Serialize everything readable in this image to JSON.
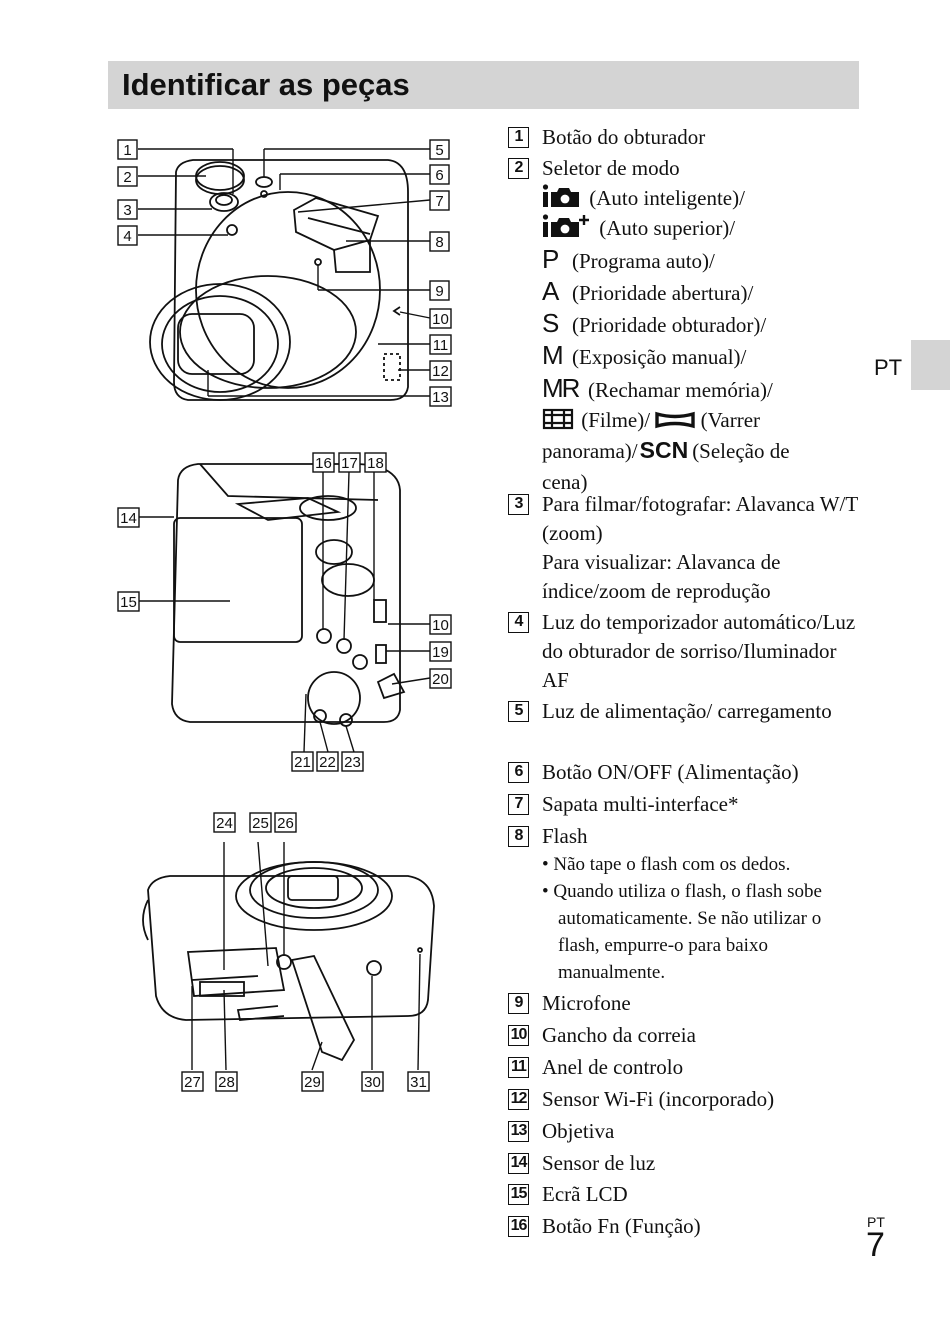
{
  "page": {
    "title": "Identificar as peças",
    "side_label": "PT",
    "page_lang": "PT",
    "page_number": "7"
  },
  "figure_front": {
    "callouts": [
      "1",
      "2",
      "3",
      "4",
      "5",
      "6",
      "7",
      "8",
      "9",
      "10",
      "11",
      "12",
      "13"
    ]
  },
  "figure_back": {
    "callouts": [
      "14",
      "15",
      "16",
      "17",
      "18",
      "10",
      "19",
      "20",
      "21",
      "22",
      "23"
    ]
  },
  "figure_bottom": {
    "callouts": [
      "24",
      "25",
      "26",
      "27",
      "28",
      "29",
      "30",
      "31"
    ]
  },
  "parts": {
    "p1": "Botão do obturador",
    "p2": "Seletor de modo",
    "p2_modes": {
      "m1": "(Auto inteligente)/",
      "m2": "(Auto superior)/",
      "m3_sym": "P",
      "m3": "(Programa auto)/",
      "m4_sym": "A",
      "m4": "(Prioridade abertura)/",
      "m5_sym": "S",
      "m5": "(Prioridade obturador)/",
      "m6_sym": "M",
      "m6": "(Exposição manual)/",
      "m7_sym": "MR",
      "m7": "(Rechamar memória)/",
      "m8": "(Filme)/",
      "m9": "(Varrer",
      "m9b": "panorama)/",
      "m10_sym": "SCN",
      "m10": "(Seleção de",
      "m10b": "cena)"
    },
    "p3a": "Para filmar/fotografar: Alavanca W/T (zoom)",
    "p3b": "Para visualizar: Alavanca de índice/zoom de reprodução",
    "p4": "Luz do temporizador automático/Luz do obturador de sorriso/Iluminador AF",
    "p5": "Luz de alimentação/ carregamento",
    "p6": "Botão ON/OFF (Alimentação)",
    "p7": "Sapata multi-interface*",
    "p8": "Flash",
    "p8_b1": "• Não tape o flash com os dedos.",
    "p8_b2": "• Quando utiliza o flash, o flash sobe automaticamente. Se não utilizar o flash, empurre-o para baixo manualmente.",
    "p9": "Microfone",
    "p10": "Gancho da correia",
    "p11": "Anel de controlo",
    "p12": "Sensor Wi-Fi (incorporado)",
    "p13": "Objetiva",
    "p14": "Sensor de luz",
    "p15": "Ecrã LCD",
    "p16": "Botão Fn (Função)"
  },
  "numbers": [
    "1",
    "2",
    "3",
    "4",
    "5",
    "6",
    "7",
    "8",
    "9",
    "10",
    "11",
    "12",
    "13",
    "14",
    "15",
    "16"
  ]
}
